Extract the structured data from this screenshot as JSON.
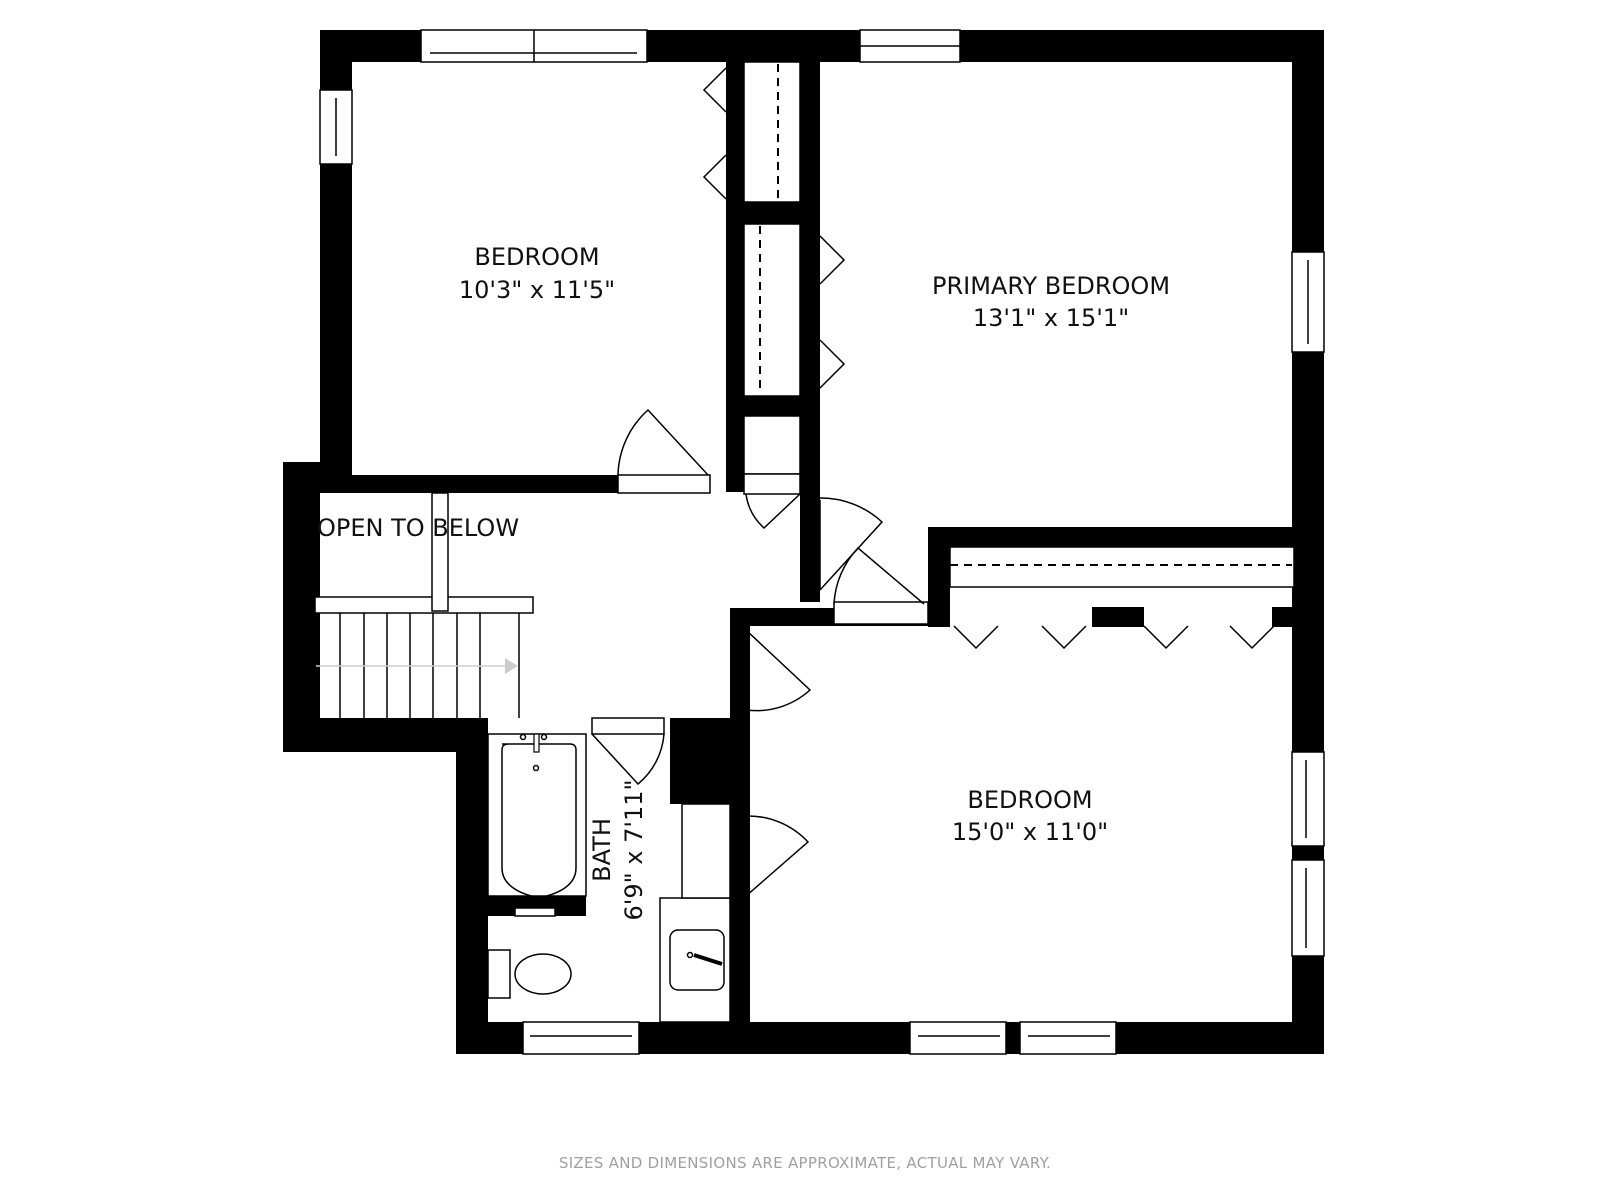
{
  "floorplan": {
    "rooms": [
      {
        "name": "BEDROOM",
        "dimensions": "10'3\" x 11'5\""
      },
      {
        "name": "PRIMARY BEDROOM",
        "dimensions": "13'1\" x 15'1\""
      },
      {
        "name": "OPEN TO BELOW",
        "dimensions": ""
      },
      {
        "name": "BATH",
        "dimensions": "6'9\" x 7'11\""
      },
      {
        "name": "BEDROOM",
        "dimensions": "15'0\" x 11'0\""
      }
    ],
    "colors": {
      "wall": "#000000",
      "floor": "#ffffff",
      "footnote": "#a0a0a0",
      "stair_arrow": "#cccccc"
    }
  },
  "footnote": "SIZES AND DIMENSIONS ARE APPROXIMATE, ACTUAL MAY VARY."
}
